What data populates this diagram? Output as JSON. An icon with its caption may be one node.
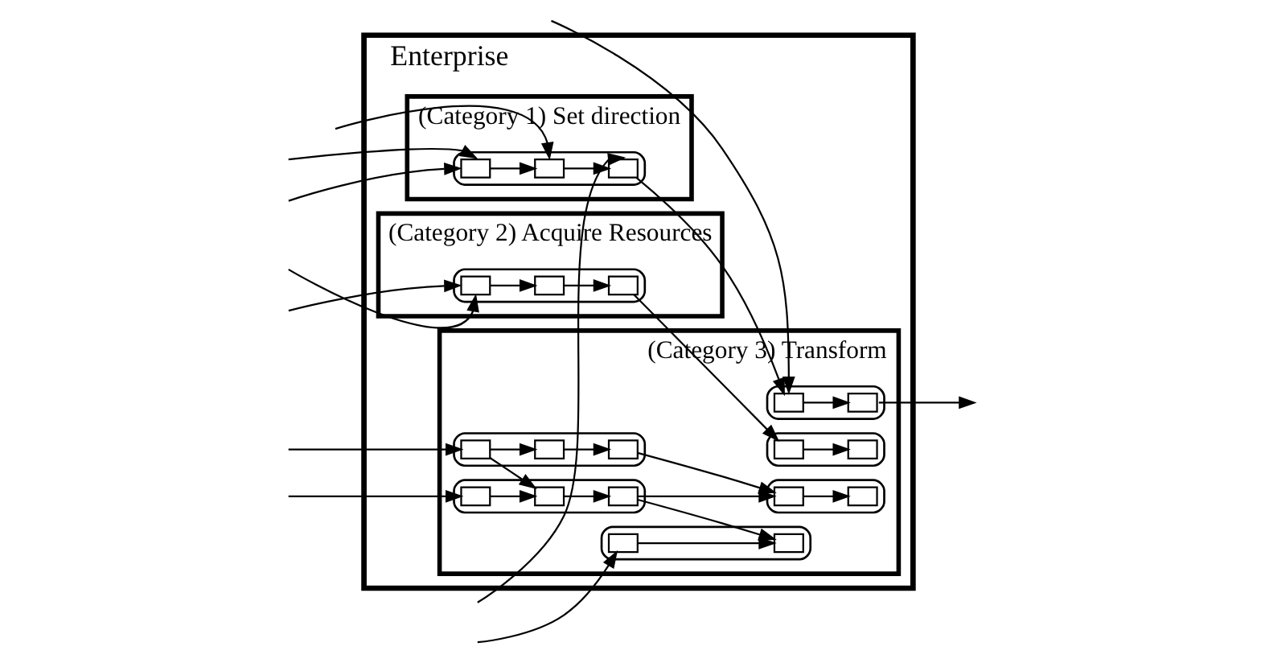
{
  "diagram": {
    "nodes": [
      {
        "text": [
          "Enterprise"
        ]
      },
      {
        "text": [
          "(Category 1) Set direction"
        ],
        "in": 0
      },
      {
        "text": [],
        "shape": "ellipse",
        "in": 1
      },
      {
        "text": [],
        "shape": "box",
        "in": 2
      },
      {
        "text": [],
        "shape": "box",
        "in": 2
      },
      {
        "text": [],
        "shape": "box",
        "in": 2
      },
      {
        "text": [
          "(Category 3) Transform"
        ],
        "in": 0
      },
      {
        "text": [],
        "shape": "ellipse",
        "in": 6
      },
      {
        "text": [],
        "shape": "box",
        "in": 7
      },
      {
        "text": [],
        "shape": "box",
        "in": 7
      },
      {
        "text": [],
        "shape": "box",
        "in": 7
      },
      {
        "text": [],
        "shape": "ellipse",
        "in": 6
      },
      {
        "text": [],
        "shape": "box",
        "in": 11
      },
      {
        "text": [],
        "shape": "box",
        "in": 11
      },
      {
        "text": [],
        "shape": "box",
        "in": 11
      },
      {
        "text": [],
        "shape": "ellipse",
        "in": 6
      },
      {
        "text": [],
        "shape": "box",
        "in": 15
      },
      {
        "text": [],
        "shape": "box",
        "in": 15
      },
      {
        "text": [],
        "shape": "ellipse",
        "in": 6
      },
      {
        "text": [],
        "shape": "box",
        "in": 18
      },
      {
        "text": [],
        "shape": "box",
        "in": 18
      },
      {
        "text": [],
        "shape": "ellipse",
        "in": 6
      },
      {
        "text": [],
        "shape": "box",
        "in": 21
      },
      {
        "text": [],
        "shape": "box",
        "in": 21
      },
      {
        "text": [],
        "shape": "ellipse",
        "in": 6
      },
      {
        "text": [],
        "shape": "box",
        "in": 24
      },
      {
        "text": [],
        "shape": "box",
        "in": 24
      },
      {
        "text": [
          "(Category 2) Acquire Resources"
        ],
        "in": 0
      },
      {
        "text": [],
        "shape": "ellipse",
        "in": 27
      },
      {
        "text": [],
        "shape": "box",
        "in": 28
      },
      {
        "text": [],
        "shape": "box",
        "in": 28
      },
      {
        "text": [],
        "shape": "box",
        "in": 28
      }
    ],
    "edges": [
      {
        "from": null,
        "to": 3,
        "arrow": "to"
      },
      {
        "from": null,
        "to": 4,
        "arrow": "to"
      },
      {
        "from": null,
        "to": 5,
        "arrow": "to"
      },
      {
        "from": null,
        "to": 3,
        "arrow": "to"
      },
      {
        "from": 3,
        "to": 4,
        "arrow": "to"
      },
      {
        "from": 4,
        "to": 5,
        "arrow": "to"
      },
      {
        "from": 5,
        "to": 19,
        "arrow": "to"
      },
      {
        "from": null,
        "to": 19,
        "arrow": "to"
      },
      {
        "from": 19,
        "to": 20,
        "arrow": "to"
      },
      {
        "from": 20,
        "to": null,
        "arrow": "to"
      },
      {
        "from": null,
        "to": 8,
        "arrow": "to"
      },
      {
        "from": 8,
        "to": 9,
        "arrow": "to"
      },
      {
        "from": 9,
        "to": 10,
        "arrow": "to"
      },
      {
        "from": 8,
        "to": 13,
        "arrow": "to"
      },
      {
        "from": 10,
        "to": 22,
        "arrow": "to"
      },
      {
        "from": null,
        "to": 12,
        "arrow": "to"
      },
      {
        "from": 12,
        "to": 13,
        "arrow": "to"
      },
      {
        "from": 13,
        "to": 14,
        "arrow": "to"
      },
      {
        "from": 14,
        "to": 17,
        "arrow": "to"
      },
      {
        "from": 14,
        "to": 22,
        "arrow": "to"
      },
      {
        "from": null,
        "to": 16,
        "arrow": "to"
      },
      {
        "from": 16,
        "to": 17,
        "arrow": "to"
      },
      {
        "from": 22,
        "to": 23,
        "arrow": "to"
      },
      {
        "from": 25,
        "to": 26,
        "arrow": "to"
      },
      {
        "from": null,
        "to": 29,
        "arrow": "to"
      },
      {
        "from": null,
        "to": 29,
        "arrow": "to"
      },
      {
        "from": 29,
        "to": 30,
        "arrow": "to"
      },
      {
        "from": 30,
        "to": 31,
        "arrow": "to"
      },
      {
        "from": 31,
        "to": 25,
        "arrow": "to"
      }
    ]
  }
}
